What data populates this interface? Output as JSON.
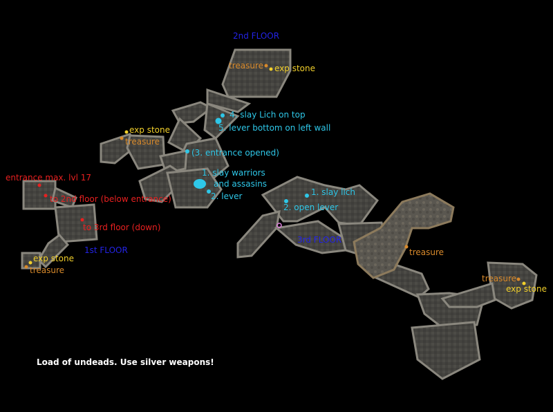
{
  "floors": {
    "second": "2nd FLOOR",
    "first": "1st FLOOR",
    "third": "3rd FLOOR"
  },
  "second_floor": {
    "treasure_top": "treasure",
    "exp_stone_top": "exp stone",
    "step4": "4. slay Lich on top",
    "step5": "5. lever bottom on left wall",
    "exp_stone_left": "exp stone",
    "treasure_left": "treasure",
    "step3": "(3. entrance opened)",
    "step1_line1": "1. slay warriors",
    "step1_line2": "and assasins",
    "step2": "2. lever"
  },
  "first_floor": {
    "entrance": "entrance max. lvl 17",
    "to_2nd": "to 2nd floor (below entrance)",
    "to_3rd": "to 3rd floor (down)",
    "exp_stone": "exp stone",
    "treasure": "treasure"
  },
  "third_floor": {
    "step1": "1. slay lich",
    "step2": "2. open lever",
    "treasure_mid": "treasure",
    "treasure_right": "treasure",
    "exp_stone_right": "exp stone"
  },
  "note": "Load of undeads. Use silver weapons!",
  "colors": {
    "floor_label": "#2323e6",
    "waypoint_cyan": "#2ec7e8",
    "marker_red": "#e82020",
    "treasure_orange": "#d98a2b",
    "exp_stone_yellow": "#f2d02b",
    "dungeon_floor": "#4a4a48",
    "dungeon_wall": "#7a7870"
  }
}
